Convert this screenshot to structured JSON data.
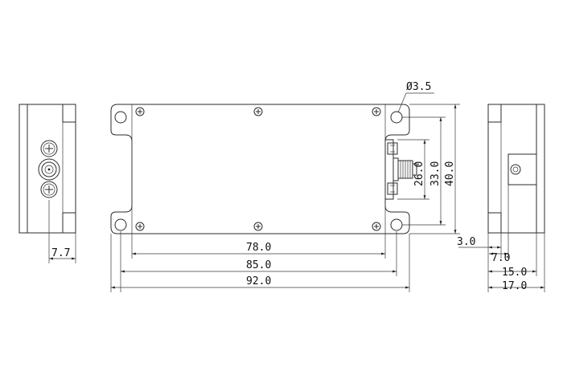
{
  "dimensions": {
    "hole_diameter": "Ø3.5",
    "w78": "78.0",
    "w85": "85.0",
    "w92": "92.0",
    "h26": "26.0",
    "h33": "33.0",
    "h40": "40.0",
    "left_offset": "7.7",
    "r3": "3.0",
    "r7": "7.0",
    "r15": "15.0",
    "r17": "17.0"
  }
}
